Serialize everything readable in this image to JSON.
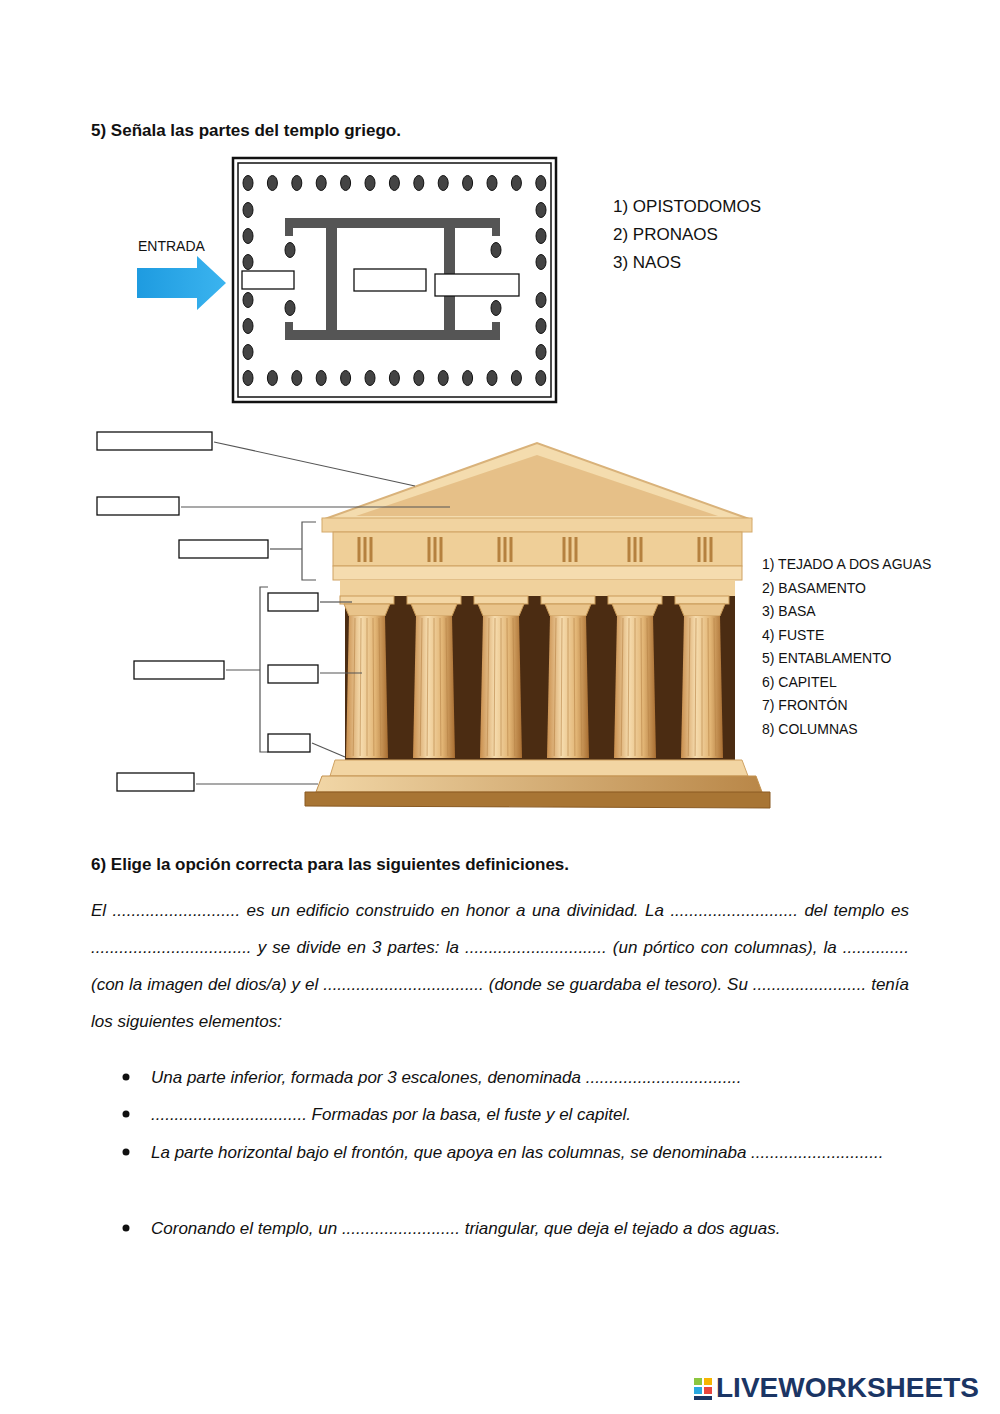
{
  "diagram": {
    "title": "5) Señala las partes del templo griego.",
    "labels": [
      "ENTRADA",
      "1) OPISTODOMOS",
      "2) PRONAOS",
      "3) NAOS",
      "1) TEJADO A DOS AGUAS",
      "2) BASAMENTO",
      "3) BASA",
      "4) FUSTE",
      "5) ENTABLAMENTO",
      "6) CAPITEL",
      "7) FRONTÓN",
      "8) COLUMNAS",
      "6) Elige la opción correcta para las siguientes definiciones.",
      "El ........................... es un edificio construido en honor a una divinidad. La ........................... del templo es .................................. y se divide en 3 partes: la .............................. (un pórtico con columnas), la .............. (con la imagen del dios/a) y el .................................. (donde se guardaba el tesoro). Su ........................ tenía los siguientes elementos:",
      "Una parte inferior, formada por 3 escalones, denominada .................................",
      "................................. Formadas por la basa, el fuste y el capitel.",
      "La parte horizontal bajo el frontón, que apoya en las columnas, se denominaba ............................",
      "Coronando el templo, un ......................... triangular, que deja el tejado a dos aguas.",
      "LIVEWORKSHEETS"
    ]
  }
}
